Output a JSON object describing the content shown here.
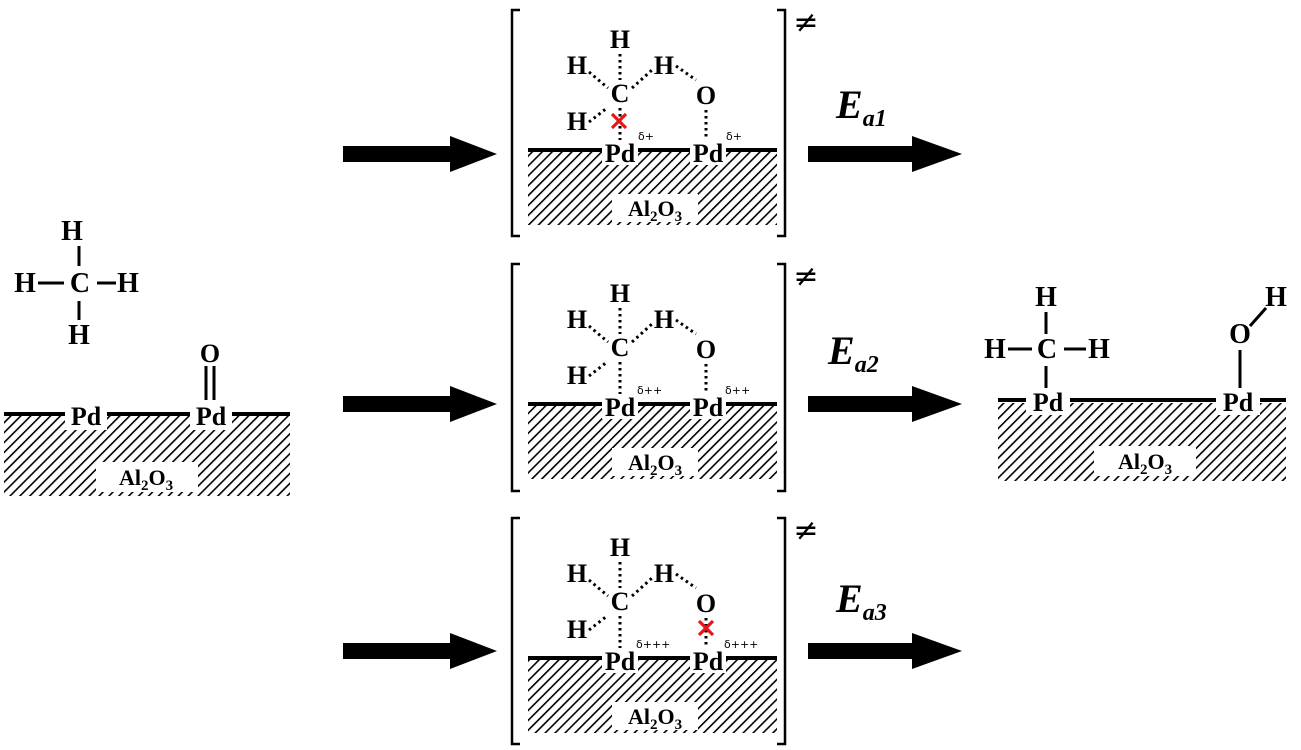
{
  "atoms": {
    "hydrogen": "H",
    "carbon": "C",
    "oxygen": "O",
    "palladium": "Pd"
  },
  "support": {
    "al": "Al",
    "al_sub": "2",
    "o": "O",
    "o_sub": "3"
  },
  "transition_state_symbol": "≠",
  "charges": {
    "ts1": "δ+",
    "ts2": "δ++",
    "ts3": "δ+++"
  },
  "energies": [
    {
      "main": "E",
      "sub": "a1"
    },
    {
      "main": "E",
      "sub": "a2"
    },
    {
      "main": "E",
      "sub": "a3"
    }
  ],
  "colors": {
    "cross_mark": "#e8141a",
    "ink": "#000000"
  }
}
